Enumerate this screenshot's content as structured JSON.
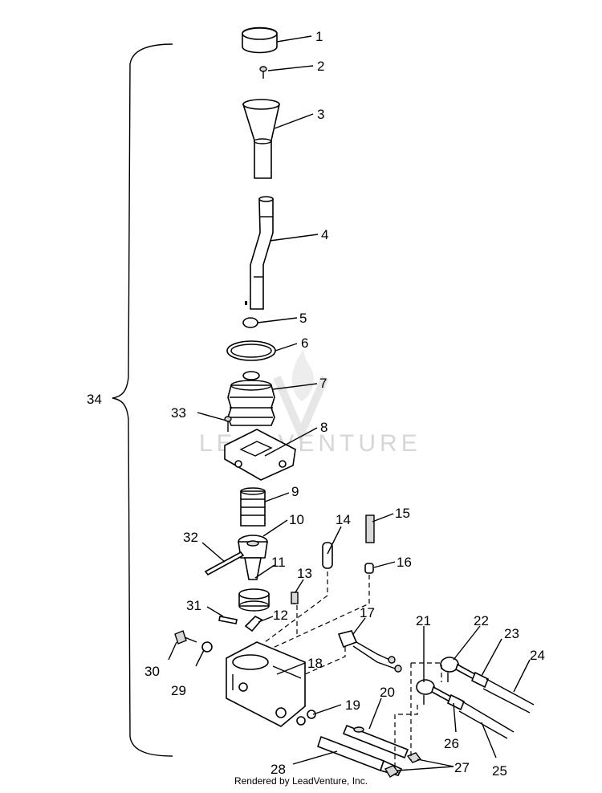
{
  "watermark": {
    "text": "LEADVENTURE",
    "logo": "flame-v-logo"
  },
  "footer": "Rendered by LeadVenture, Inc.",
  "callouts": [
    "1",
    "2",
    "3",
    "4",
    "5",
    "6",
    "7",
    "8",
    "9",
    "10",
    "11",
    "12",
    "13",
    "14",
    "15",
    "16",
    "17",
    "18",
    "19",
    "20",
    "21",
    "22",
    "23",
    "24",
    "25",
    "26",
    "27",
    "28",
    "29",
    "30",
    "31",
    "32",
    "33",
    "34"
  ]
}
